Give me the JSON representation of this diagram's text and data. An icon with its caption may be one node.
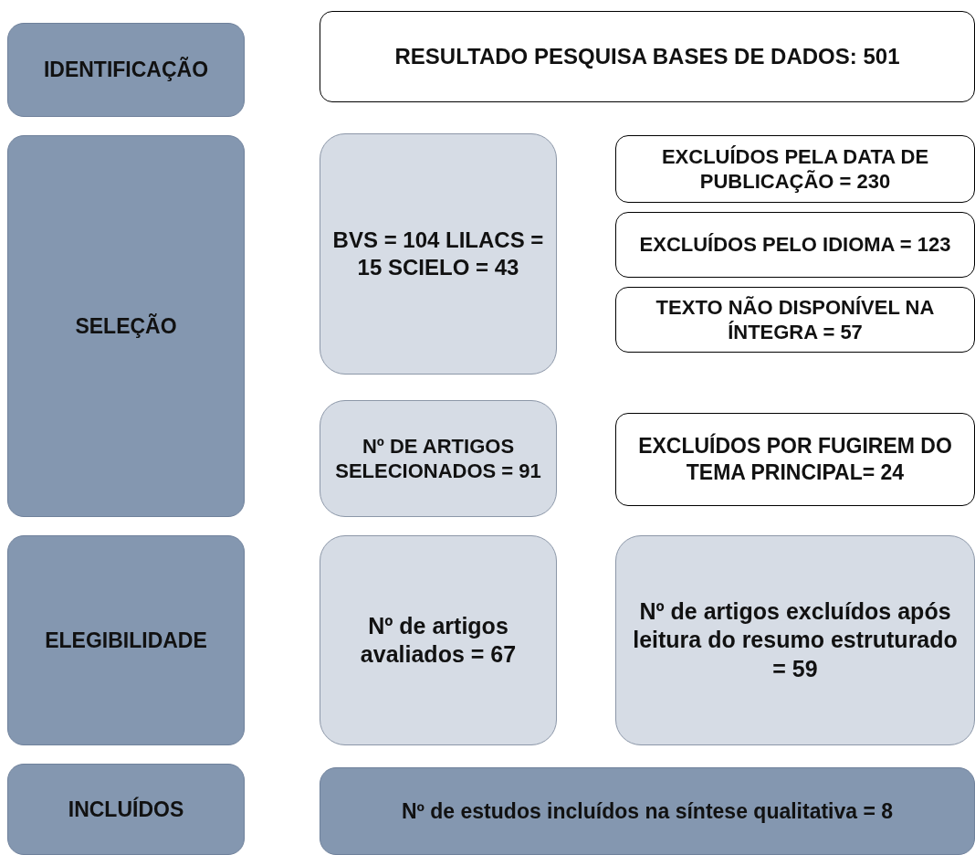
{
  "diagram": {
    "nodes": [
      {
        "text": [
          "IDENTIFICAÇÃO"
        ]
      },
      {
        "text": [
          "RESULTADO PESQUISA BASES DE DADOS: 501"
        ]
      },
      {
        "text": [
          "SELEÇÃO"
        ]
      },
      {
        "text": [
          "BVS = 104 LILACS = 15 SCIELO = 43"
        ]
      },
      {
        "text": [
          "EXCLUÍDOS PELA DATA DE PUBLICAÇÃO = 230"
        ]
      },
      {
        "text": [
          "EXCLUÍDOS PELO IDIOMA = 123"
        ]
      },
      {
        "text": [
          "TEXTO NÃO DISPONÍVEL NA ÍNTEGRA = 57"
        ]
      },
      {
        "text": [
          "Nº DE ARTIGOS SELECIONADOS = 91"
        ]
      },
      {
        "text": [
          "EXCLUÍDOS POR FUGIREM DO TEMA PRINCIPAL= 24"
        ]
      },
      {
        "text": [
          "ELEGIBILIDADE"
        ]
      },
      {
        "text": [
          "Nº de artigos avaliados = 67"
        ]
      },
      {
        "text": [
          "Nº de artigos excluídos após leitura do resumo estruturado = 59"
        ]
      },
      {
        "text": [
          "INCLUÍDOS"
        ]
      },
      {
        "text": [
          "Nº de estudos incluídos na síntese qualitativa = 8"
        ]
      }
    ]
  }
}
